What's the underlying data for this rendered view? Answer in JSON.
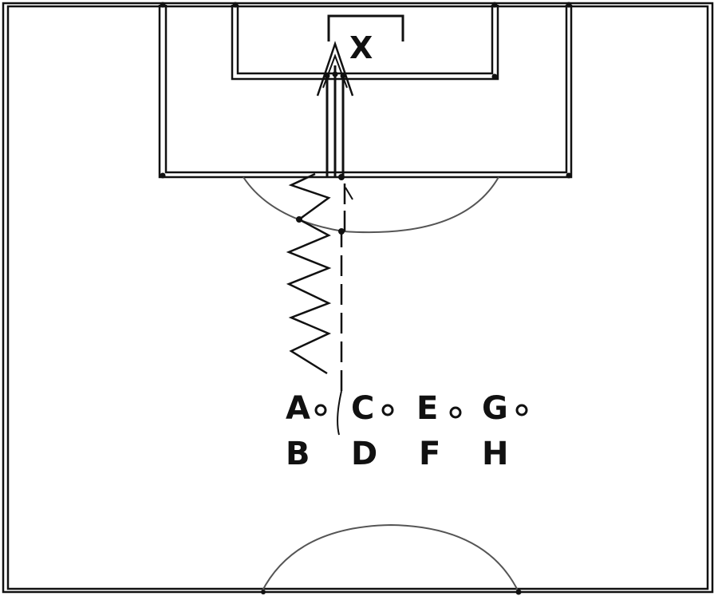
{
  "diagram": {
    "colors": {
      "lines": "#111111",
      "arcs": "#555555",
      "background": "#ffffff"
    },
    "goal_marker": "X",
    "players": [
      {
        "label": "A",
        "has_ball": true
      },
      {
        "label": "B",
        "has_ball": false
      },
      {
        "label": "C",
        "has_ball": true
      },
      {
        "label": "D",
        "has_ball": false
      },
      {
        "label": "E",
        "has_ball": true
      },
      {
        "label": "F",
        "has_ball": false
      },
      {
        "label": "G",
        "has_ball": true
      },
      {
        "label": "H",
        "has_ball": false
      }
    ],
    "line_types": {
      "dribble": "zigzag",
      "run": "dashed",
      "shot": "triple-arrow"
    }
  }
}
